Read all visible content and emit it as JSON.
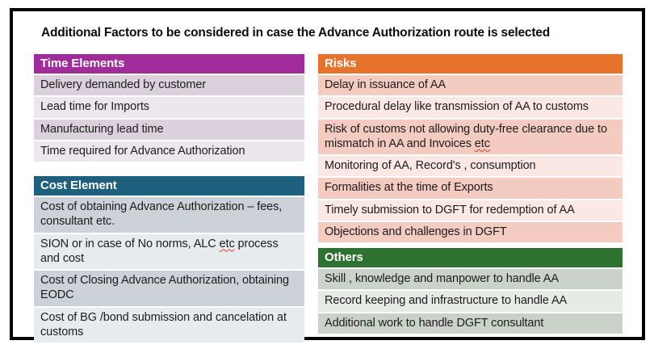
{
  "title": "Additional Factors to be  considered in case the Advance Authorization route is selected",
  "colors": {
    "frame_border": "#000000",
    "text": "#1c1c1c",
    "spellcheck_underline": "#e03c31"
  },
  "sections": {
    "time": {
      "header": "Time Elements",
      "header_color": "#A02B9B",
      "row_colors": [
        "#DBD1DD",
        "#ECE6ED"
      ],
      "items": [
        {
          "pre": "Delivery demanded by customer"
        },
        {
          "pre": "Lead time for Imports"
        },
        {
          "pre": "Manufacturing lead time"
        },
        {
          "pre": "Time required for Advance Authorization"
        }
      ]
    },
    "cost": {
      "header": "Cost Element",
      "header_color": "#1F607F",
      "row_colors": [
        "#CCD2D8",
        "#E8EBED"
      ],
      "items": [
        {
          "pre": "Cost of obtaining Advance Authorization – fees, consultant etc."
        },
        {
          "pre": "SION  or in case of No norms, ALC ",
          "wavy": "etc",
          "post": " process and cost"
        },
        {
          "pre": "Cost of Closing Advance Authorization, obtaining EODC"
        },
        {
          "pre": "Cost of BG /bond submission and cancelation at customs"
        }
      ]
    },
    "risks": {
      "header": "Risks",
      "header_color": "#E7722C",
      "row_colors": [
        "#F4CBC1",
        "#FAE8E4"
      ],
      "items": [
        {
          "pre": "Delay in issuance of AA"
        },
        {
          "pre": "Procedural delay like transmission of AA to customs"
        },
        {
          "pre": "Risk of customs not allowing duty-free clearance due to mismatch in AA and Invoices ",
          "wavy": "etc"
        },
        {
          "pre": "Monitoring of AA, Record's , consumption"
        },
        {
          "pre": "Formalities at the time of Exports"
        },
        {
          "pre": "Timely submission to DGFT for redemption of AA"
        },
        {
          "pre": "Objections and challenges in DGFT"
        }
      ]
    },
    "others": {
      "header": "Others",
      "header_color": "#2D7231",
      "row_colors": [
        "#CBD2CA",
        "#E6EBE5"
      ],
      "items": [
        {
          "pre": "Skill , knowledge and manpower to handle AA"
        },
        {
          "pre": "Record keeping and infrastructure  to handle AA"
        },
        {
          "pre": "Additional work to handle DGFT consultant"
        }
      ]
    }
  }
}
